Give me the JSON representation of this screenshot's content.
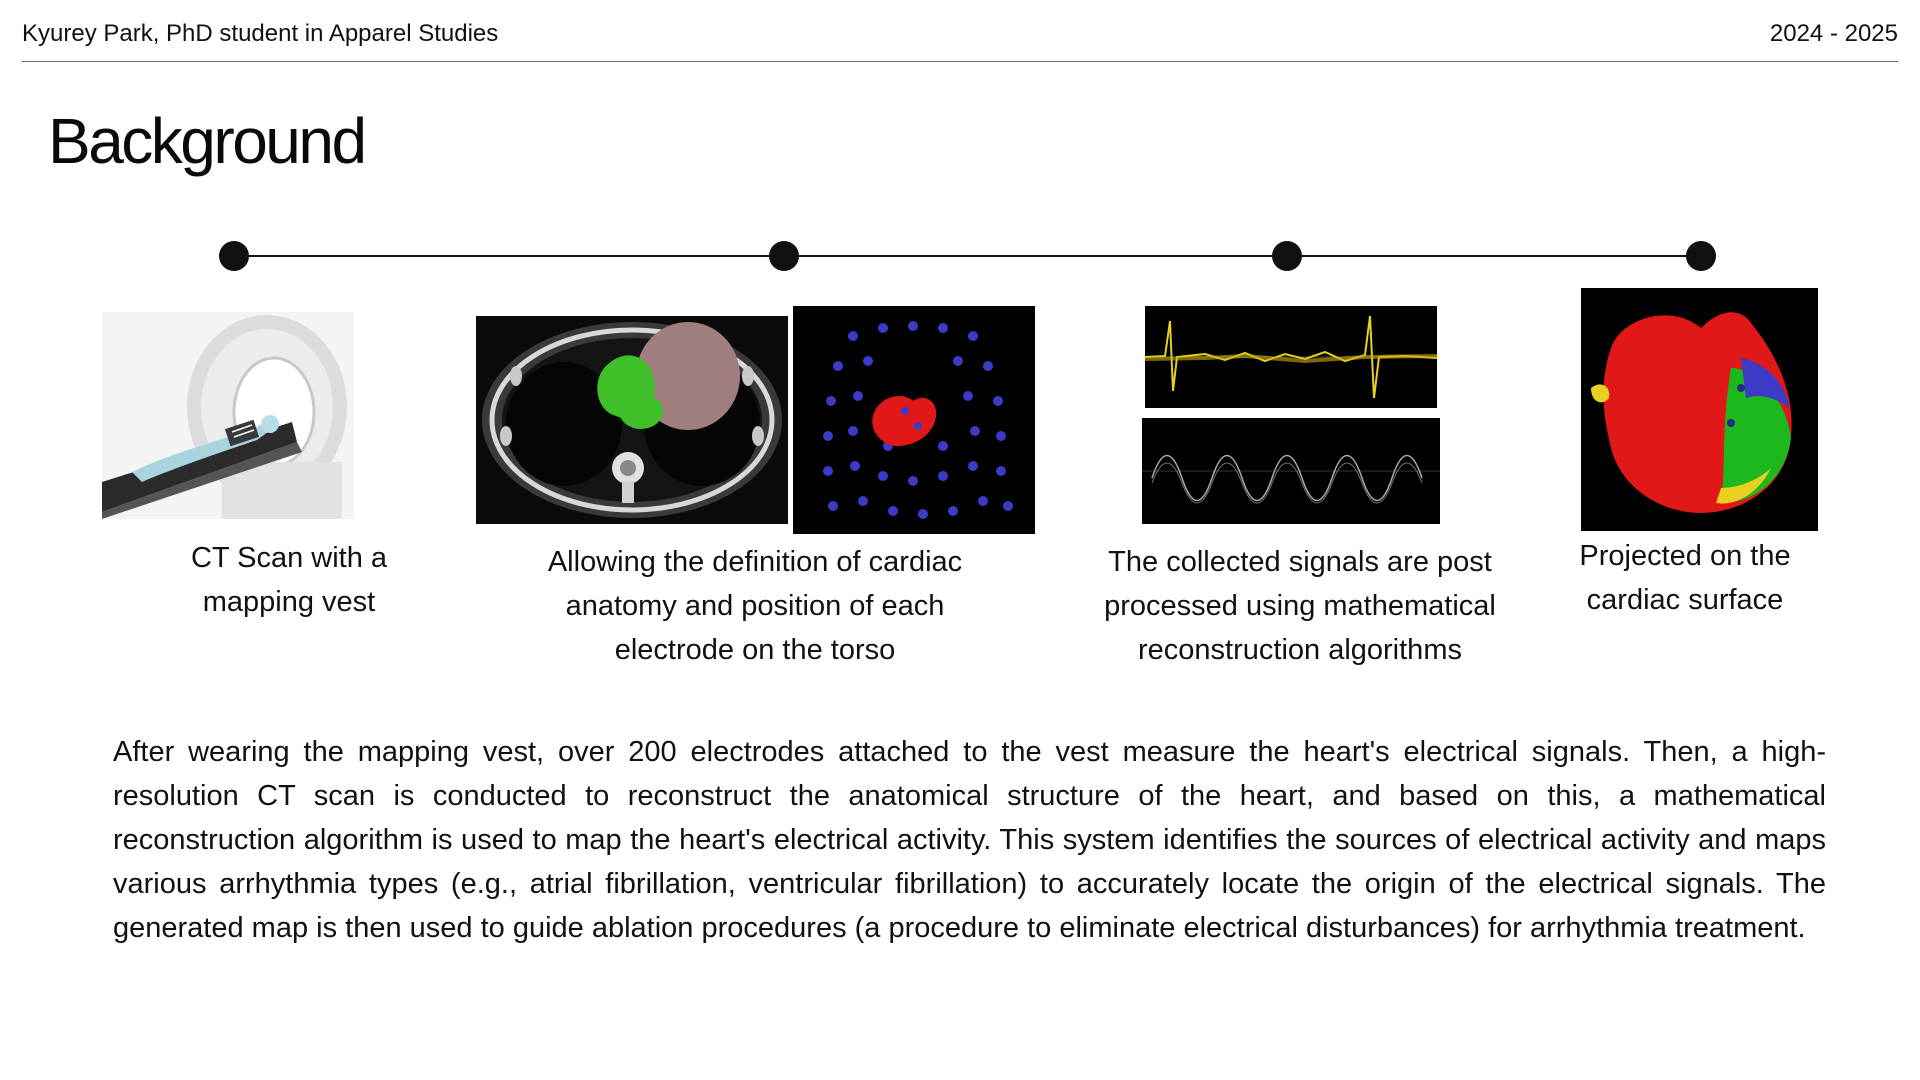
{
  "header": {
    "author": "Kyurey Park, PhD student in Apparel Studies",
    "year": "2024 - 2025"
  },
  "title": "Background",
  "steps": [
    {
      "caption": "CT Scan with a mapping vest",
      "icon": "ct-scanner-image"
    },
    {
      "caption": "Allowing the definition of cardiac anatomy and position of each electrode on the torso",
      "icon": "ct-slice-and-electrode-map-images"
    },
    {
      "caption": "The collected signals are post processed using mathematical reconstruction algorithms",
      "icon": "signal-waveform-images"
    },
    {
      "caption": "Projected on the cardiac surface",
      "icon": "cardiac-surface-map-image"
    }
  ],
  "paragraph": "After wearing the  mapping vest, over 200 electrodes attached to the vest measure the heart's electrical signals. Then, a high-resolution CT scan is conducted to reconstruct the anatomical structure of the heart, and based on this, a mathematical reconstruction algorithm is used to map the heart's electrical activity. This system identifies the sources of electrical activity and maps various arrhythmia types (e.g., atrial fibrillation, ventricular fibrillation) to accurately locate the origin of the electrical signals. The generated map is then used to guide ablation procedures (a procedure to eliminate electrical disturbances) for arrhythmia treatment.",
  "colors": {
    "text": "#111111",
    "rule": "#6b6b6b",
    "heart_red": "#e01818",
    "lung_green": "#3fbf2a",
    "electrode_blue": "#3b3bc8",
    "signal_yellow": "#e8d020"
  }
}
